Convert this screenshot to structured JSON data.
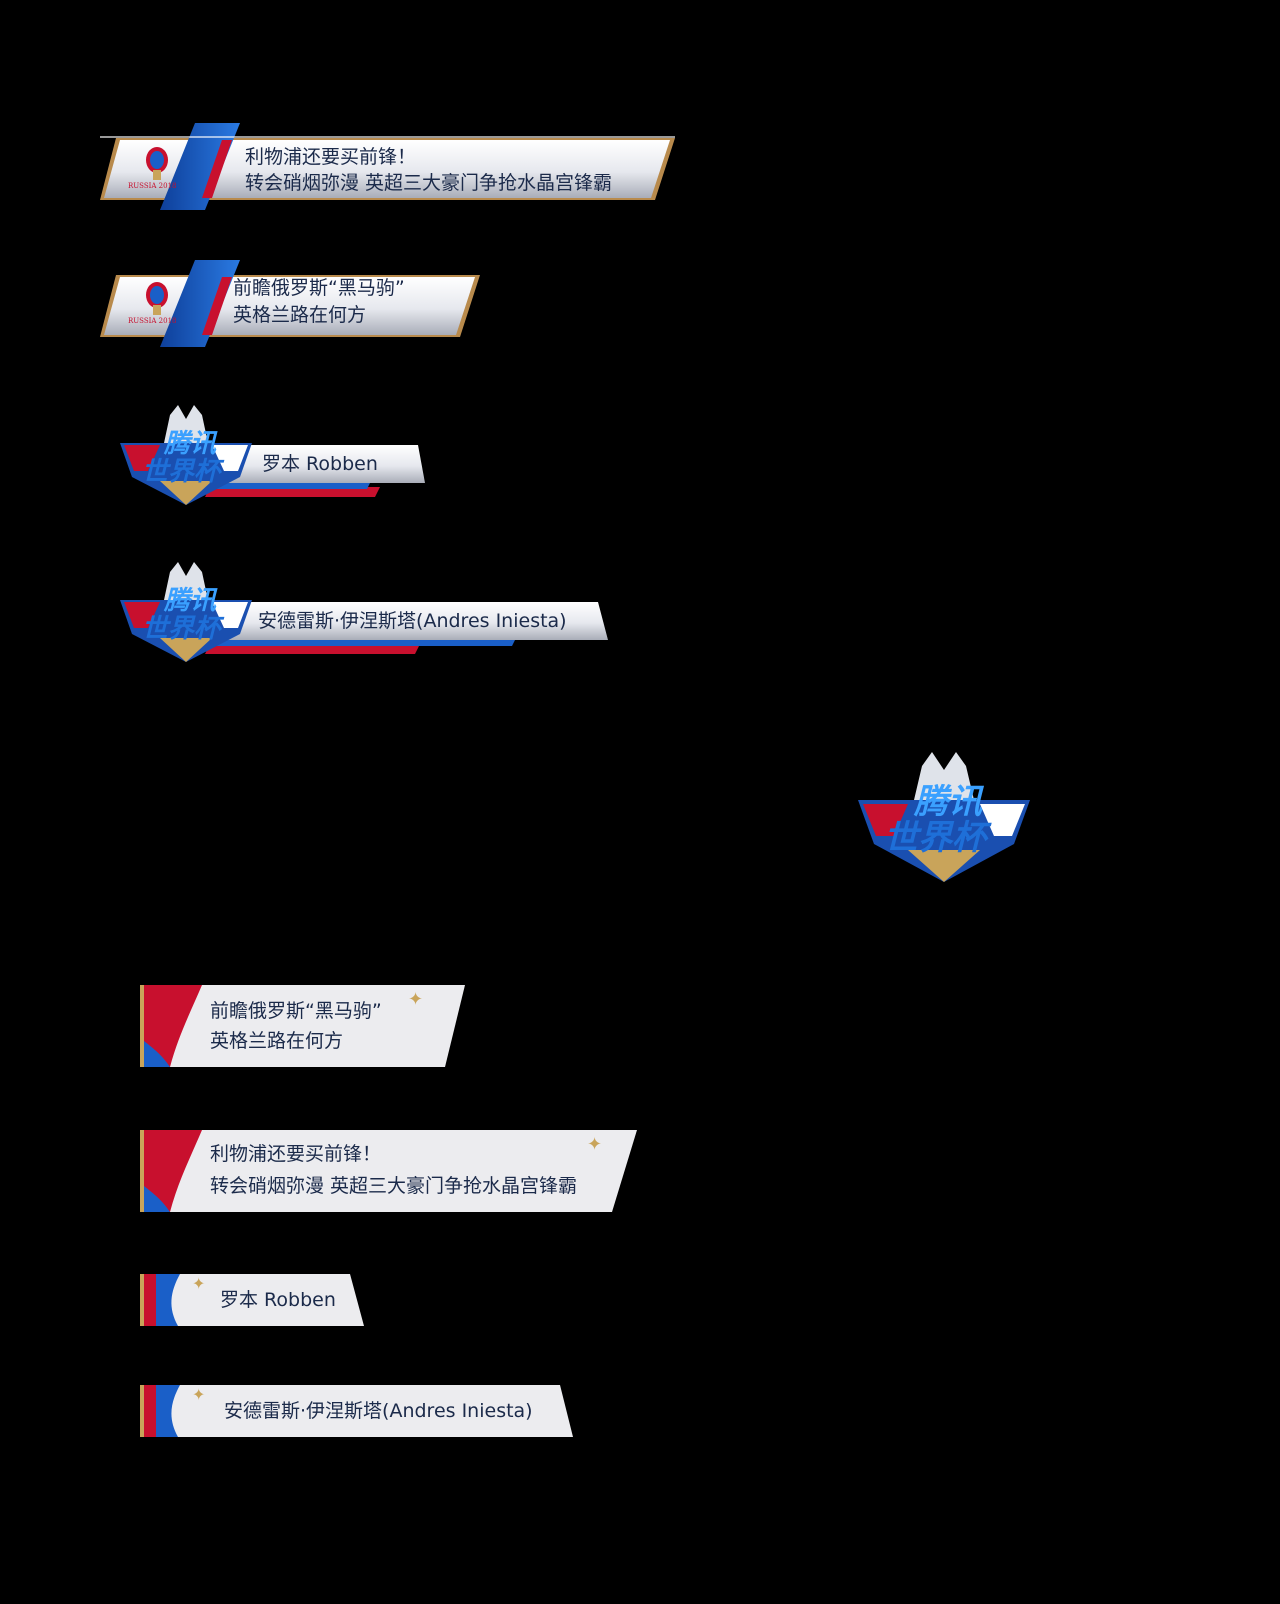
{
  "bars_style_a": [
    {
      "line1": "利物浦还要买前锋！",
      "line2": "转会硝烟弥漫 英超三大豪门争抢水晶宫锋霸",
      "emblem_caption": "RUSSIA 2018"
    },
    {
      "line1": "前瞻俄罗斯“黑马驹”",
      "line2": "英格兰路在何方",
      "emblem_caption": "RUSSIA 2018"
    }
  ],
  "name_bars_a": [
    {
      "name": "罗本 Robben"
    },
    {
      "name": "安德雷斯·伊涅斯塔(Andres Iniesta)"
    }
  ],
  "tencent_logo": {
    "line1": "腾讯",
    "line2": "世界杯"
  },
  "bars_style_b": [
    {
      "line1": "前瞻俄罗斯“黑马驹”",
      "line2": "英格兰路在何方"
    },
    {
      "line1": "利物浦还要买前锋！",
      "line2": "转会硝烟弥漫 英超三大豪门争抢水晶宫锋霸"
    }
  ],
  "name_bars_b": [
    {
      "name": "罗本 Robben"
    },
    {
      "name": "安德雷斯·伊涅斯塔(Andres Iniesta)"
    }
  ],
  "colors": {
    "blue": "#1a5fc8",
    "red": "#c8102e",
    "gold": "#c9a45a",
    "bar_light": "#eef0f4",
    "text": "#1b2a4a"
  }
}
